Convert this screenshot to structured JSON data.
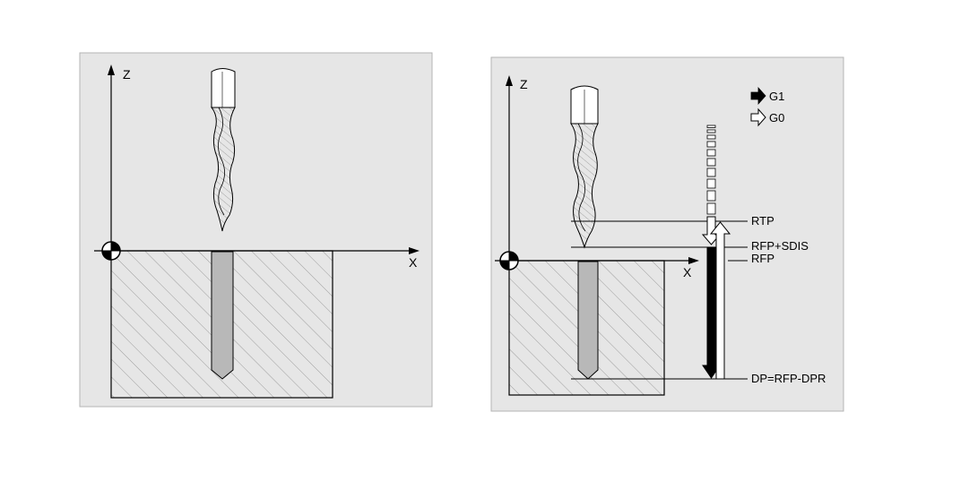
{
  "left_diagram": {
    "axis_z": "Z",
    "axis_x": "X"
  },
  "right_diagram": {
    "axis_z": "Z",
    "axis_x": "X",
    "legend": [
      {
        "label": "G1",
        "icon": "filled-arrow-icon"
      },
      {
        "label": "G0",
        "icon": "hollow-arrow-icon"
      }
    ],
    "levels": {
      "rtp": "RTP",
      "rfp_sdis": "RFP+SDIS",
      "rfp": "RFP",
      "dp": "DP=RFP-DPR"
    }
  },
  "colors": {
    "panel_bg": "#e6e6e6",
    "panel_border": "#b4b4b4",
    "drill_fill": "#ffffff",
    "hole_fill": "#b8b8b8",
    "hatch": "#8a8a8a",
    "ink": "#000000"
  }
}
